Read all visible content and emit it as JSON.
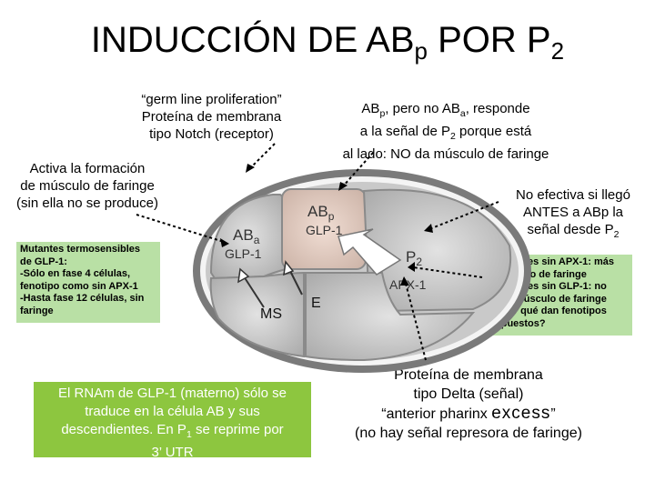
{
  "title": {
    "main": "INDUCCIÓN DE AB",
    "sub1": "p",
    "mid": " POR P",
    "sub2": "2"
  },
  "germ_label": {
    "line1": "“germ line proliferation”",
    "line2": "Proteína de membrana",
    "line3": "tipo Notch (receptor)"
  },
  "abp_label": {
    "l1a": "AB",
    "l1s": "p",
    "l1b": ", pero no AB",
    "l1s2": "a",
    "l1c": ", responde",
    "l2a": "a la señal de P",
    "l2s": "2",
    "l2b": " porque está",
    "l3": "al lado: NO da músculo de faringe"
  },
  "activa_label": {
    "line1": "Activa la formación",
    "line2": "de músculo de faringe",
    "line3": "(sin ella no se produce)"
  },
  "no_efectiva_label": {
    "line1": "No efectiva si llegó",
    "line2": "ANTES a ABp la",
    "line3a": "señal desde P",
    "line3s": "2"
  },
  "mutantes_left": {
    "line1": "Mutantes termosensibles",
    "line2": "de GLP-1:",
    "line3": "-Sólo en fase 4 células,",
    "line4": "fenotipo como sin APX-1",
    "line5": "-Hasta fase 12 células, sin",
    "line6": "faringe"
  },
  "mutantes_right": {
    "line1": "Mutantes sin APX-1: más",
    "line2": "músculo de faringe",
    "line3": "Mutantes sin GLP-1: no",
    "line4": "hay músculo de faringe",
    "line5": "¿Por qué dan fenotipos",
    "line6": "opuestos?"
  },
  "rna_box": {
    "line1": "El RNAm de GLP-1  (materno) sólo se",
    "line2": "traduce en la célula AB y sus",
    "line3a": "descendientes. En P",
    "line3s": "1",
    "line3b": " se reprime por",
    "line4": "3’ UTR"
  },
  "delta_label": {
    "line1": "Proteína de membrana",
    "line2": "tipo Delta (señal)",
    "line3a": "“anterior pharinx ",
    "line3b": "excess",
    "line3c": "”",
    "line4": "(no hay señal represora de faringe)"
  },
  "embryo": {
    "abp_a": "AB",
    "abp_s": "p",
    "abp_glp": "GLP-1",
    "aba_a": "AB",
    "aba_s": "a",
    "aba_glp": "GLP-1",
    "p2_a": "P",
    "p2_s": "2",
    "p2_apx": "APX-1",
    "ms": "MS",
    "e": "E"
  },
  "colors": {
    "green_box": "#b9e0a5",
    "rna_box": "#8dc63f",
    "abp_cell": "#e8d3c8",
    "cell_grey": "#c8c8c8"
  }
}
